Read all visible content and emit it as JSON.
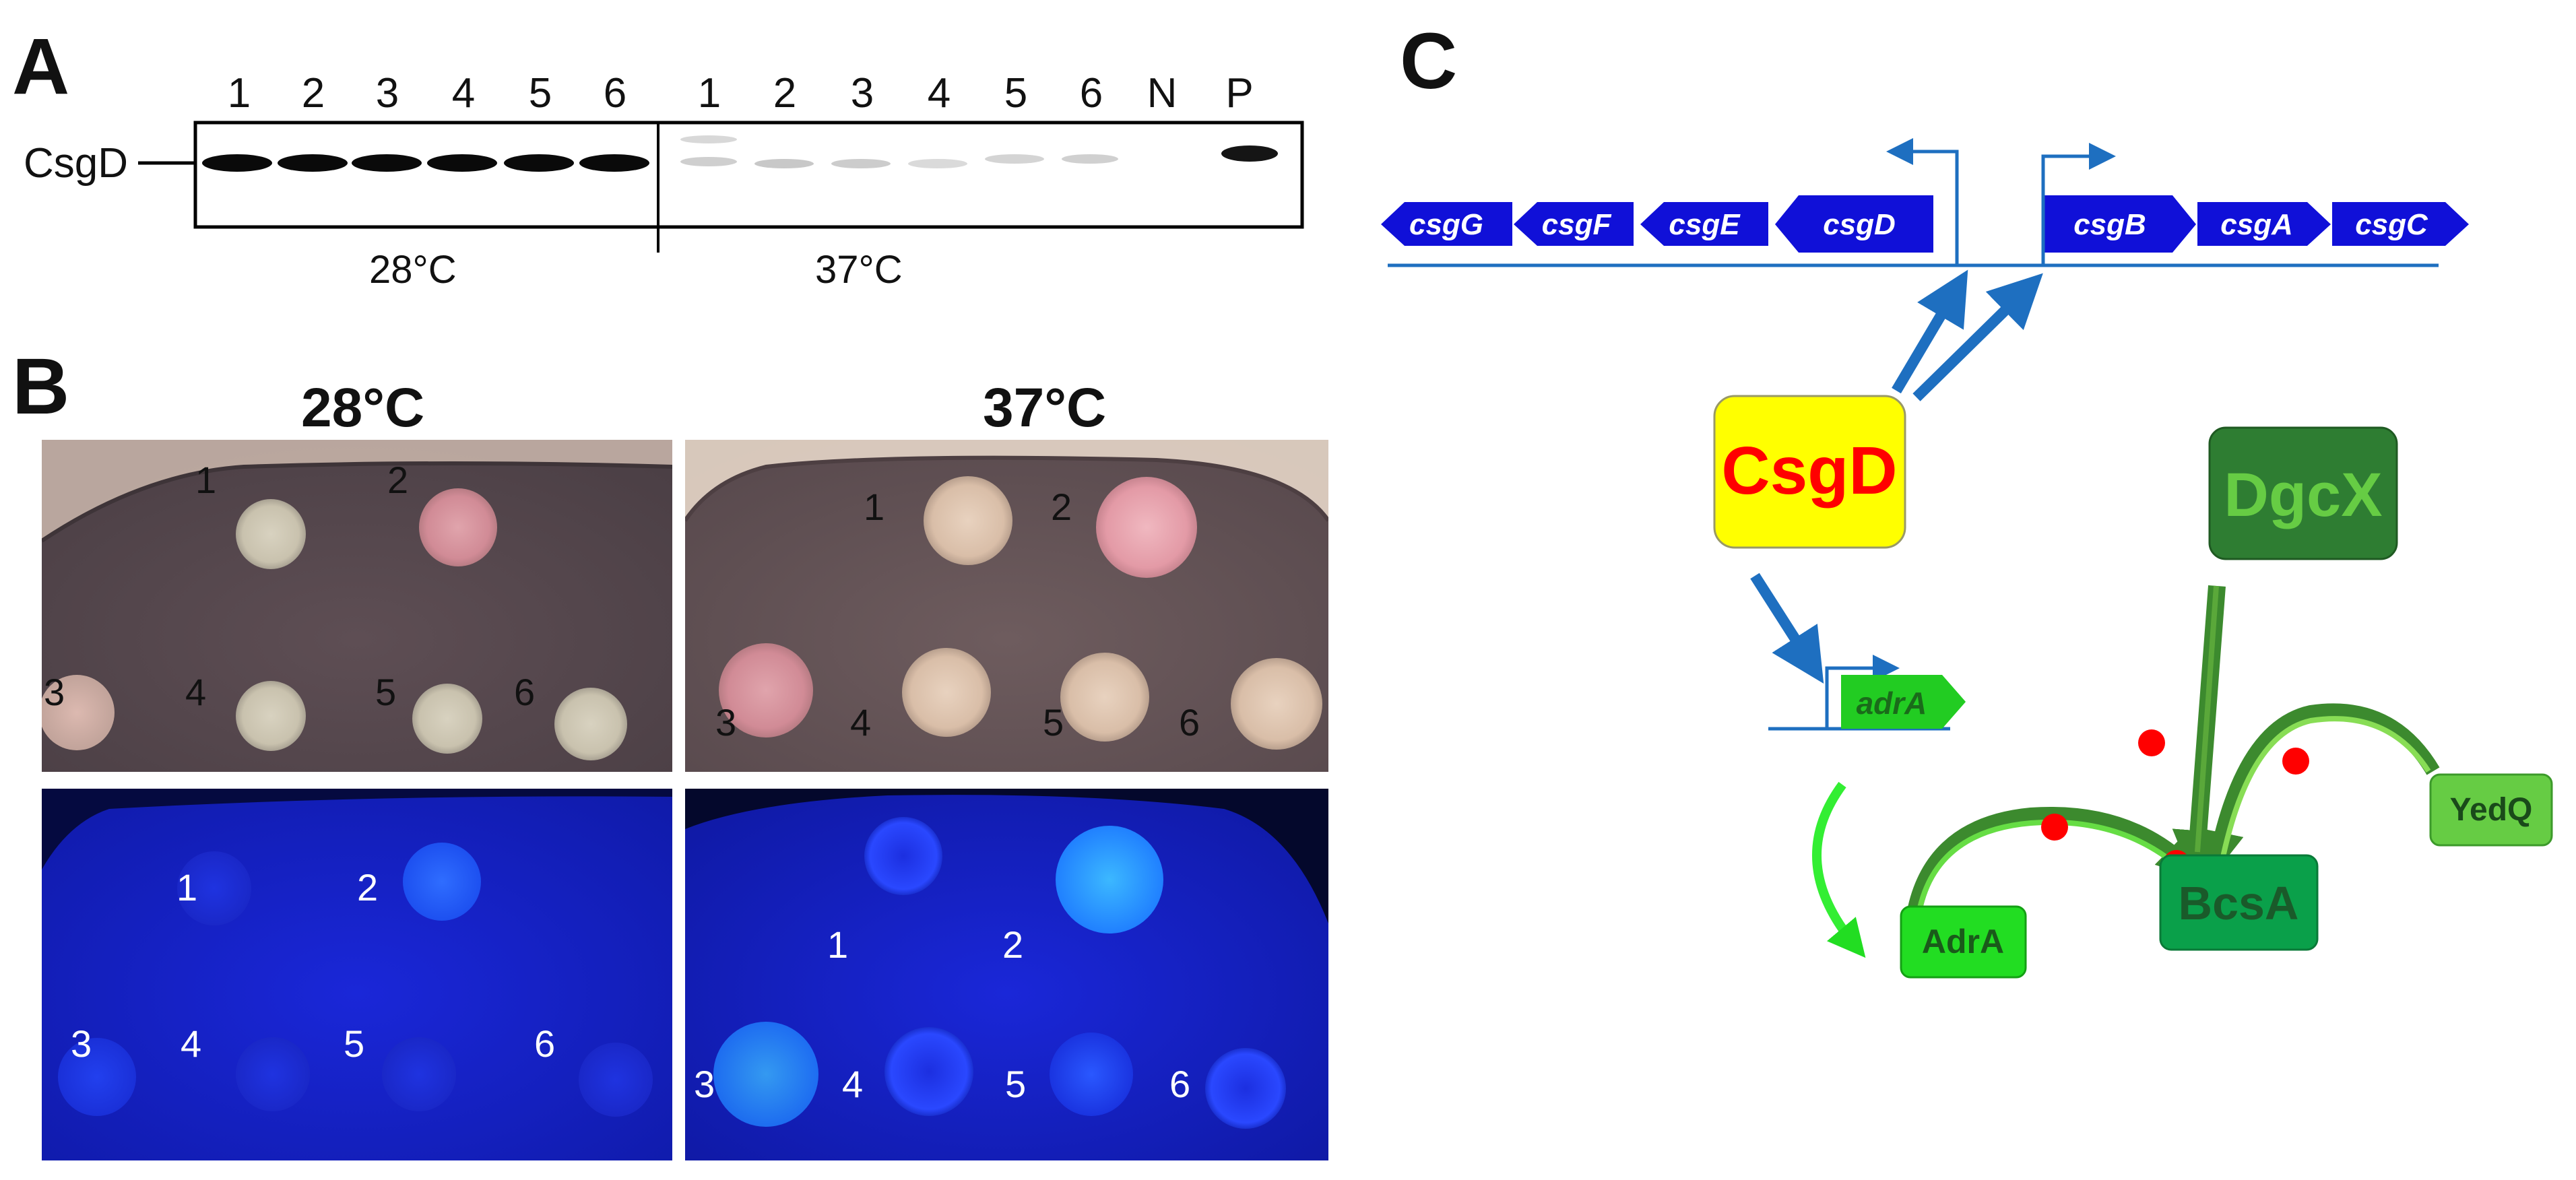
{
  "panelA": {
    "letter": "A",
    "lanes": [
      "1",
      "2",
      "3",
      "4",
      "5",
      "6",
      "1",
      "2",
      "3",
      "4",
      "5",
      "6",
      "N",
      "P"
    ],
    "band_label": "CsgD",
    "temps": [
      "28°C",
      "37°C"
    ]
  },
  "panelB": {
    "letter": "B",
    "temps": [
      "28°C",
      "37°C"
    ],
    "plate_numbers": [
      "1",
      "2",
      "3",
      "4",
      "5",
      "6"
    ]
  },
  "panelC": {
    "letter": "C",
    "genes_left": [
      "csgG",
      "csgF",
      "csgE",
      "csgD"
    ],
    "genes_right": [
      "csgB",
      "csgA",
      "csgC"
    ],
    "adr_gene": "adrA",
    "boxes": {
      "csgd": "CsgD",
      "dgcx": "DgcX",
      "bcsa": "BcsA",
      "adra": "AdrA",
      "yedq": "YedQ"
    }
  },
  "colors": {
    "gene_blue": "#1010d8",
    "line_blue": "#1e6fc0",
    "csgd_fill": "#ffff00",
    "csgd_text": "#ff0000",
    "dgcx_fill": "#2e7d32",
    "green_light": "#66cc33",
    "red_dot": "#ff0000"
  }
}
